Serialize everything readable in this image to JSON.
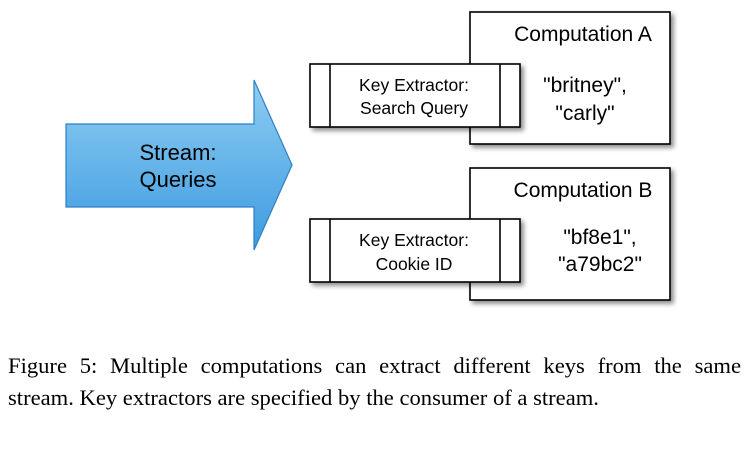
{
  "stream": {
    "line1": "Stream:",
    "line2": "Queries",
    "fill_top": "#8fcdf2",
    "fill_bottom": "#3c9be0",
    "stroke": "#2f7fc4"
  },
  "computations": [
    {
      "title": "Computation A",
      "values": [
        "\"britney\",",
        "\"carly\""
      ],
      "extractor": {
        "line1": "Key Extractor:",
        "line2": "Search Query"
      }
    },
    {
      "title": "Computation B",
      "values": [
        "\"bf8e1\",",
        "\"a79bc2\""
      ],
      "extractor": {
        "line1": "Key Extractor:",
        "line2": "Cookie ID"
      }
    }
  ],
  "caption": "Figure 5: Multiple computations can extract different keys from the same stream. Key extractors are specified by the consumer of a stream."
}
